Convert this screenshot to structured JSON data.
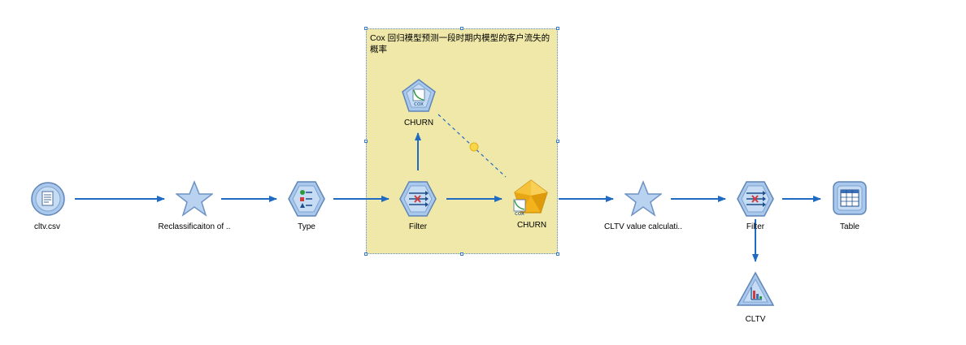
{
  "comment": {
    "text": "Cox 回归模型预测一段时期内模型的客户流失的概率"
  },
  "nodes": [
    {
      "id": "cltv_csv",
      "label": "cltv.csv",
      "icon": "file-source-icon"
    },
    {
      "id": "reclass",
      "label": "Reclassificaiton of ..",
      "icon": "star-derive-icon"
    },
    {
      "id": "type",
      "label": "Type",
      "icon": "type-node-icon"
    },
    {
      "id": "filter1",
      "label": "Filter",
      "icon": "filter-node-icon"
    },
    {
      "id": "cox_model",
      "label": "CHURN",
      "icon": "cox-model-icon"
    },
    {
      "id": "cox_nugget",
      "label": "CHURN",
      "icon": "cox-nugget-icon"
    },
    {
      "id": "cltv_calc",
      "label": "CLTV value calculati..",
      "icon": "star-derive-icon"
    },
    {
      "id": "filter2",
      "label": "Filter",
      "icon": "filter-node-icon"
    },
    {
      "id": "table",
      "label": "Table",
      "icon": "table-output-icon"
    },
    {
      "id": "cltv_graph",
      "label": "CLTV",
      "icon": "graph-node-icon"
    }
  ],
  "colors": {
    "arrow": "#1f6bc4",
    "node_fill": "#a9c8ec",
    "node_stroke": "#5f86b8",
    "comment_bg": "#efe8a9",
    "nugget": "#f2b31c"
  }
}
